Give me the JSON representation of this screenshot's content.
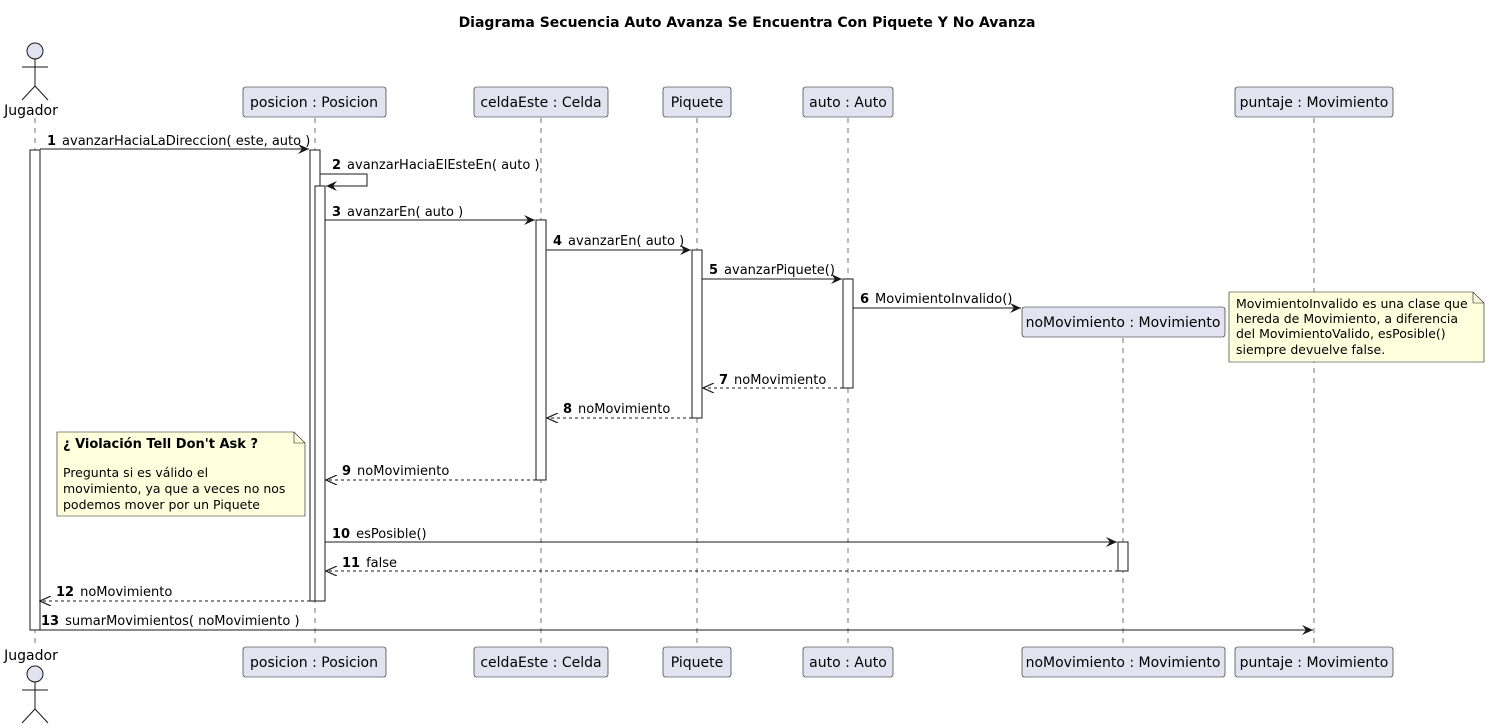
{
  "title": "Diagrama Secuencia Auto Avanza Se Encuentra Con Piquete Y No Avanza",
  "participants": {
    "jugador": "Jugador",
    "posicion": "posicion : Posicion",
    "celdaEste": "celdaEste : Celda",
    "piquete": "Piquete",
    "auto": "auto : Auto",
    "noMovimiento": "noMovimiento : Movimiento",
    "puntaje": "puntaje : Movimiento"
  },
  "messages": [
    {
      "num": "1",
      "label": "avanzarHaciaLaDireccion( este, auto )"
    },
    {
      "num": "2",
      "label": "avanzarHaciaElEsteEn( auto )"
    },
    {
      "num": "3",
      "label": "avanzarEn( auto )"
    },
    {
      "num": "4",
      "label": "avanzarEn( auto )"
    },
    {
      "num": "5",
      "label": "avanzarPiquete()"
    },
    {
      "num": "6",
      "label": "MovimientoInvalido()"
    },
    {
      "num": "7",
      "label": "noMovimiento"
    },
    {
      "num": "8",
      "label": "noMovimiento"
    },
    {
      "num": "9",
      "label": "noMovimiento"
    },
    {
      "num": "10",
      "label": "esPosible()"
    },
    {
      "num": "11",
      "label": "false"
    },
    {
      "num": "12",
      "label": "noMovimiento"
    },
    {
      "num": "13",
      "label": "sumarMovimientos( noMovimiento )"
    }
  ],
  "notes": {
    "movimiento_invalido": [
      "MovimientoInvalido es una clase que",
      "hereda de Movimiento, a diferencia",
      "del MovimientoValido, esPosible()",
      "siempre devuelve false."
    ],
    "tell_dont_ask_title": "¿ Violación Tell Don't Ask ?",
    "tell_dont_ask_body": [
      "Pregunta si es válido el",
      "movimiento, ya que a veces no nos",
      "podemos mover por un Piquete"
    ]
  },
  "colors": {
    "participant_fill": "#E2E2F0",
    "participant_border": "#181818",
    "note_fill": "#FEFFDD",
    "lifeline": "#181818",
    "activation_fill": "#FFFFFF"
  }
}
